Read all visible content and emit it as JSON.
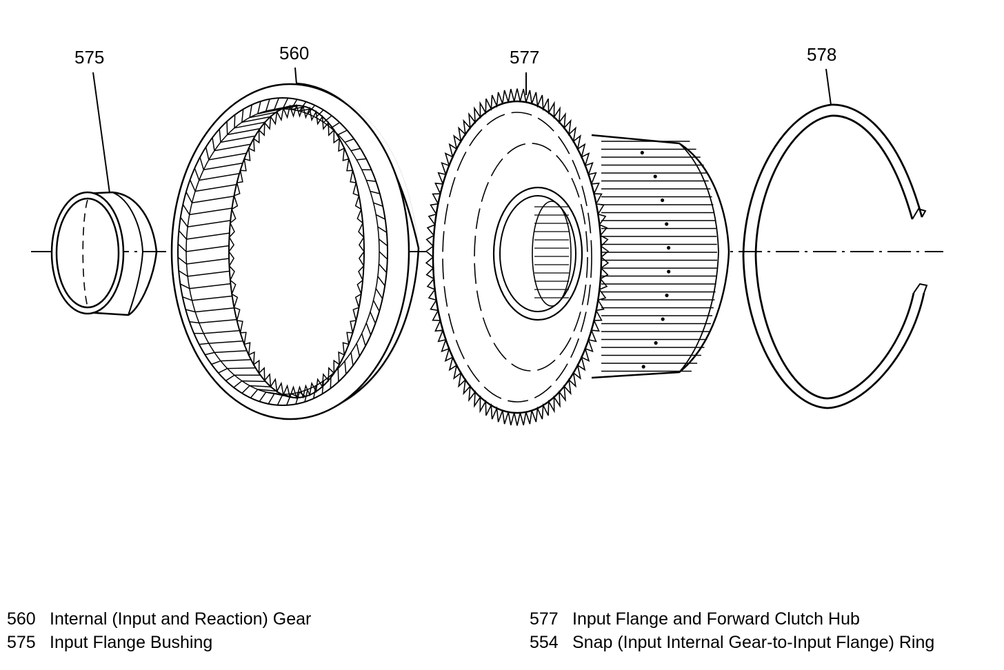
{
  "callouts": {
    "bushing": "575",
    "internal_gear": "560",
    "input_flange": "577",
    "snap_ring": "578"
  },
  "legend": {
    "left": [
      {
        "number": "560",
        "description": "Internal (Input and Reaction) Gear"
      },
      {
        "number": "575",
        "description": "Input Flange Bushing"
      }
    ],
    "right": [
      {
        "number": "577",
        "description": "Input Flange and Forward Clutch Hub"
      },
      {
        "number": "554",
        "description": "Snap (Input Internal Gear-to-Input Flange) Ring"
      }
    ]
  }
}
